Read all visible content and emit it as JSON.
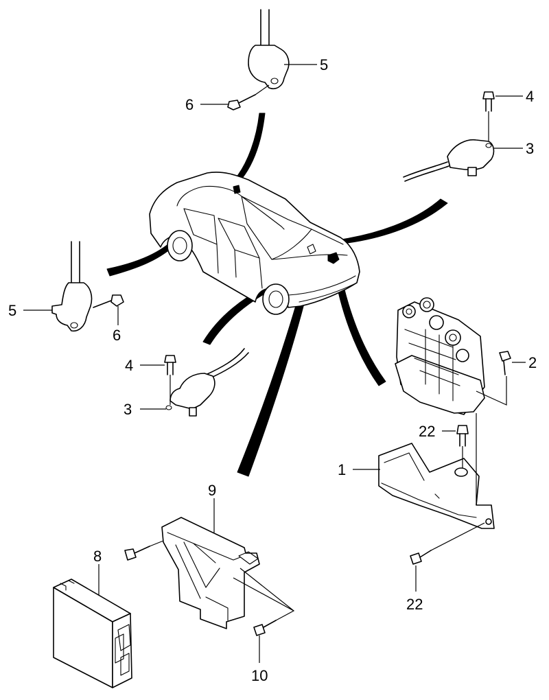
{
  "callouts": {
    "top_sensor": "5",
    "top_bolt": "6",
    "right_wheel_sensor": "3",
    "right_wheel_bolt": "4",
    "left_sensor": "5",
    "left_bolt": "6",
    "front_wheel_bolt": "4",
    "front_wheel_sensor": "3",
    "hcu_bolt": "2",
    "bracket_bolt_upper": "22",
    "bracket": "1",
    "bracket_bolt_lower": "22",
    "ecu_bracket": "9",
    "ecu": "8",
    "ecu_bracket_bolt": "10"
  }
}
